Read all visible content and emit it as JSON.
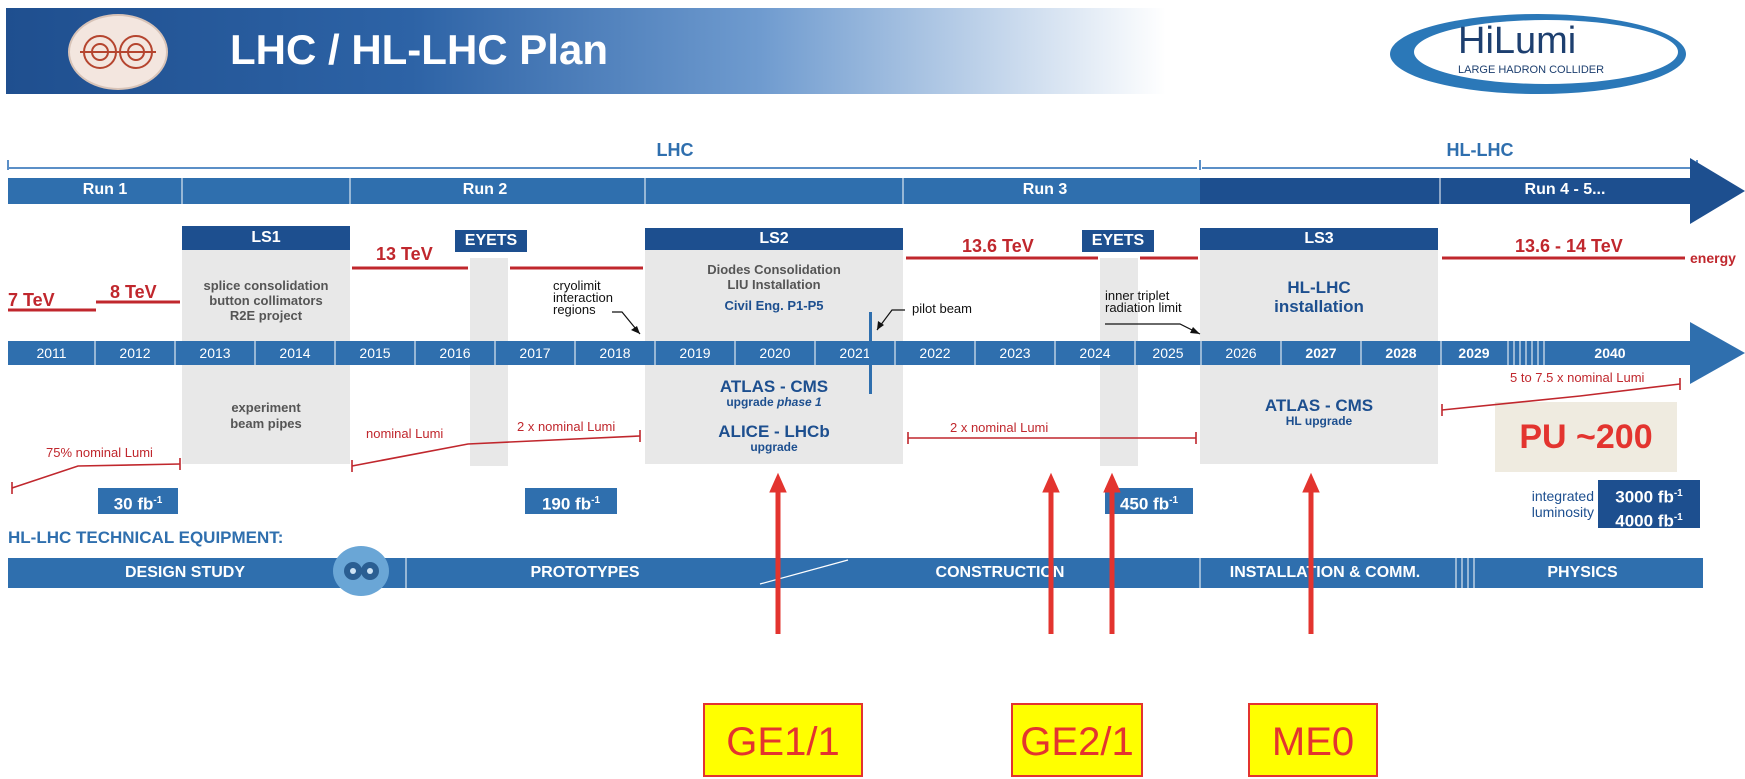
{
  "header": {
    "title": "LHC / HL-LHC Plan",
    "logo_text_top": "HiLumi",
    "logo_text_bottom": "LARGE HADRON COLLIDER"
  },
  "eras": {
    "lhc": "LHC",
    "hllhc": "HL-LHC"
  },
  "runs": [
    "Run 1",
    "Run 2",
    "Run 3",
    "Run 4 - 5..."
  ],
  "shutdowns": {
    "ls1": "LS1",
    "ls2": "LS2",
    "ls3": "LS3",
    "eyets1": "EYETS",
    "eyets2": "EYETS"
  },
  "energy": {
    "e7": "7 TeV",
    "e8": "8 TeV",
    "e13": "13 TeV",
    "e136": "13.6 TeV",
    "e1314": "13.6 - 14 TeV",
    "label": "energy"
  },
  "ls1_text": {
    "l1": "splice consolidation",
    "l2": "button collimators",
    "l3": "R2E project",
    "low1": "experiment",
    "low2": "beam pipes"
  },
  "ls2_text": {
    "l1": "Diodes Consolidation",
    "l2": "LIU Installation",
    "l3": "Civil Eng. P1-P5",
    "atlas": "ATLAS - CMS",
    "atlas_sub_a": "upgrade ",
    "atlas_sub_b": "phase 1",
    "alice": "ALICE - LHCb",
    "alice_sub": "upgrade"
  },
  "ls3_text": {
    "l1": "HL-LHC",
    "l2": "installation",
    "atlas": "ATLAS - CMS",
    "atlas_sub": "HL upgrade"
  },
  "annotations": {
    "cryo1": "cryolimit",
    "cryo2": "interaction",
    "cryo3": "regions",
    "pilot": "pilot beam",
    "triplet1": "inner triplet",
    "triplet2": "radiation limit"
  },
  "years": [
    "2011",
    "2012",
    "2013",
    "2014",
    "2015",
    "2016",
    "2017",
    "2018",
    "2019",
    "2020",
    "2021",
    "2022",
    "2023",
    "2024",
    "2025",
    "2026",
    "2027",
    "2028",
    "2029",
    "2040"
  ],
  "lumi": {
    "l75": "75% nominal Lumi",
    "nominal": "nominal Lumi",
    "x2a": "2 x nominal Lumi",
    "x2b": "2 x nominal Lumi",
    "x575": "5 to 7.5 x nominal Lumi"
  },
  "integrated": {
    "fb30": "30 fb",
    "fb190": "190 fb",
    "fb450": "450 fb",
    "sup": "-1",
    "label1": "integrated",
    "label2": "luminosity",
    "fb3000": "3000 fb",
    "fb4000": "4000 fb"
  },
  "pu": "PU ~200",
  "equipment": {
    "title": "HL-LHC TECHNICAL EQUIPMENT:",
    "design": "DESIGN STUDY",
    "proto": "PROTOTYPES",
    "constr": "CONSTRUCTION",
    "install": "INSTALLATION & COMM.",
    "physics": "PHYSICS"
  },
  "detectors": [
    "GE1/1",
    "GE2/1",
    "ME0"
  ],
  "colors": {
    "dark_blue": "#1d4f8f",
    "blue": "#2f6fae",
    "red": "#c0272d",
    "arrow_red": "#e3342f",
    "yellow": "#ffff00"
  }
}
